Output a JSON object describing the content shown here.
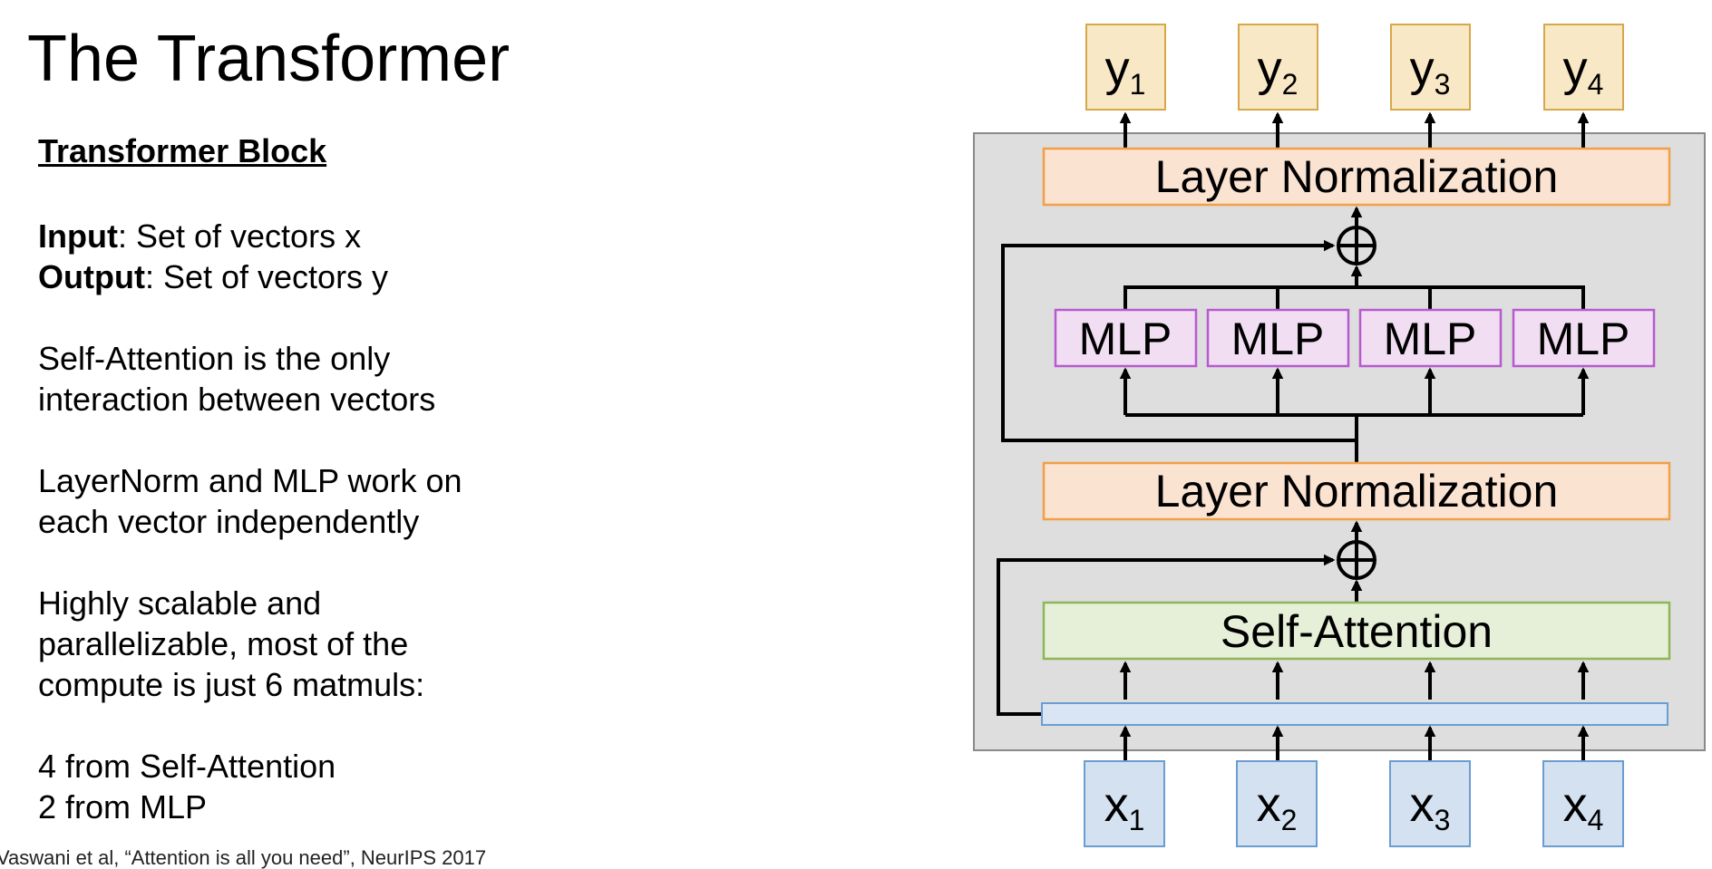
{
  "page": {
    "title": "The Transformer",
    "heading": "Transformer Block",
    "input_label": "Input",
    "input_text": ": Set of vectors x",
    "output_label": "Output",
    "output_text": ": Set of vectors y",
    "para1_line1": "Self-Attention is the only",
    "para1_line2": "interaction between vectors",
    "para2_line1": "LayerNorm and MLP work on",
    "para2_line2": "each vector independently",
    "para3_line1": "Highly scalable and",
    "para3_line2": "parallelizable, most of the",
    "para3_line3": "compute is just 6 matmuls:",
    "para4_line1": "4 from Self-Attention",
    "para4_line2": "2 from MLP",
    "footnote": "Vaswani et al, “Attention is all you need”, NeurIPS 2017"
  },
  "diagram": {
    "outputs": [
      {
        "base": "y",
        "sub": "1"
      },
      {
        "base": "y",
        "sub": "2"
      },
      {
        "base": "y",
        "sub": "3"
      },
      {
        "base": "y",
        "sub": "4"
      }
    ],
    "inputs": [
      {
        "base": "x",
        "sub": "1"
      },
      {
        "base": "x",
        "sub": "2"
      },
      {
        "base": "x",
        "sub": "3"
      },
      {
        "base": "x",
        "sub": "4"
      }
    ],
    "layer_norm_top": "Layer Normalization",
    "layer_norm_bottom": "Layer Normalization",
    "self_attention": "Self-Attention",
    "mlp_labels": [
      "MLP",
      "MLP",
      "MLP",
      "MLP"
    ],
    "add_symbol": "⊕",
    "colors": {
      "io_fill": "#f9e8c6",
      "io_stroke": "#d8a74a",
      "x_fill": "#d4e1f1",
      "x_stroke": "#6a9ed0",
      "block_bg": "#dedede",
      "block_stroke": "#8a8a8a",
      "ln_fill": "#fbe3d2",
      "ln_stroke": "#f2a046",
      "mlp_fill": "#f1def2",
      "mlp_stroke": "#b75ad0",
      "sa_fill": "#e6efd8",
      "sa_stroke": "#8db659",
      "strip_fill": "#dae5f3",
      "strip_stroke": "#6a9ed0"
    }
  }
}
